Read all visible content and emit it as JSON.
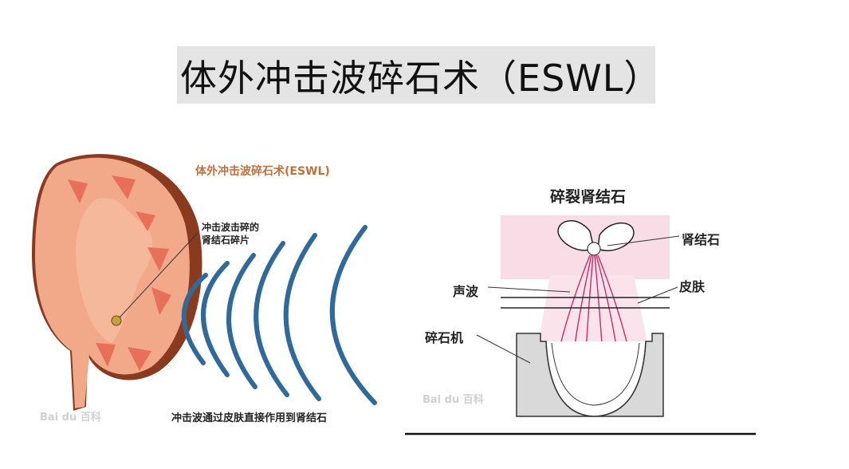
{
  "title": "体外冲击波碎石术（ESWL）",
  "left_figure": {
    "heading": "体外冲击波碎石术(ESWL)",
    "callout_line1": "冲击波击碎的",
    "callout_line2": "肾结石碎片",
    "caption": "冲击波通过皮肤直接作用到肾结石",
    "watermark": "Bai du 百科"
  },
  "right_figure": {
    "heading": "碎裂肾结石",
    "label_stone": "肾结石",
    "label_skin": "皮肤",
    "label_wave": "声波",
    "label_machine": "碎石机",
    "watermark": "Bai du 百科"
  },
  "colors": {
    "kidney": "#f2a98a",
    "kidney_edge": "#8a3a1e",
    "calyx": "#e8705a",
    "wave": "#2f6a9a",
    "beam": "#c0306a",
    "title_bg": "#e4e4e4"
  }
}
